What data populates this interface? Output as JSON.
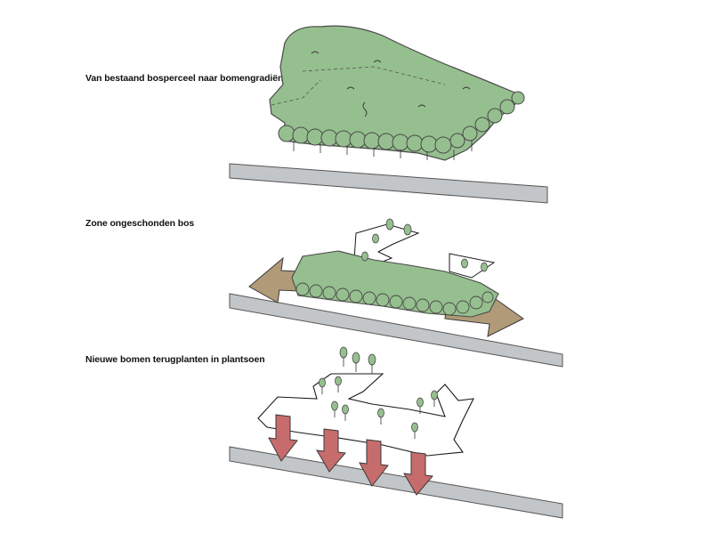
{
  "captions": {
    "step1": "Van bestaand bosperceel naar bomengradiënt",
    "step2": "Zone ongeschonden bos",
    "step3": "Nieuwe bomen terugplanten in plantsoen"
  },
  "colors": {
    "road": "#c3c6c9",
    "foliage": "#96bf8f",
    "foliage_stroke": "#4a4a4a",
    "shift_arrow": "#b09a78",
    "replant_arrow": "#c76c6c",
    "outline": "#1a1a1a"
  }
}
